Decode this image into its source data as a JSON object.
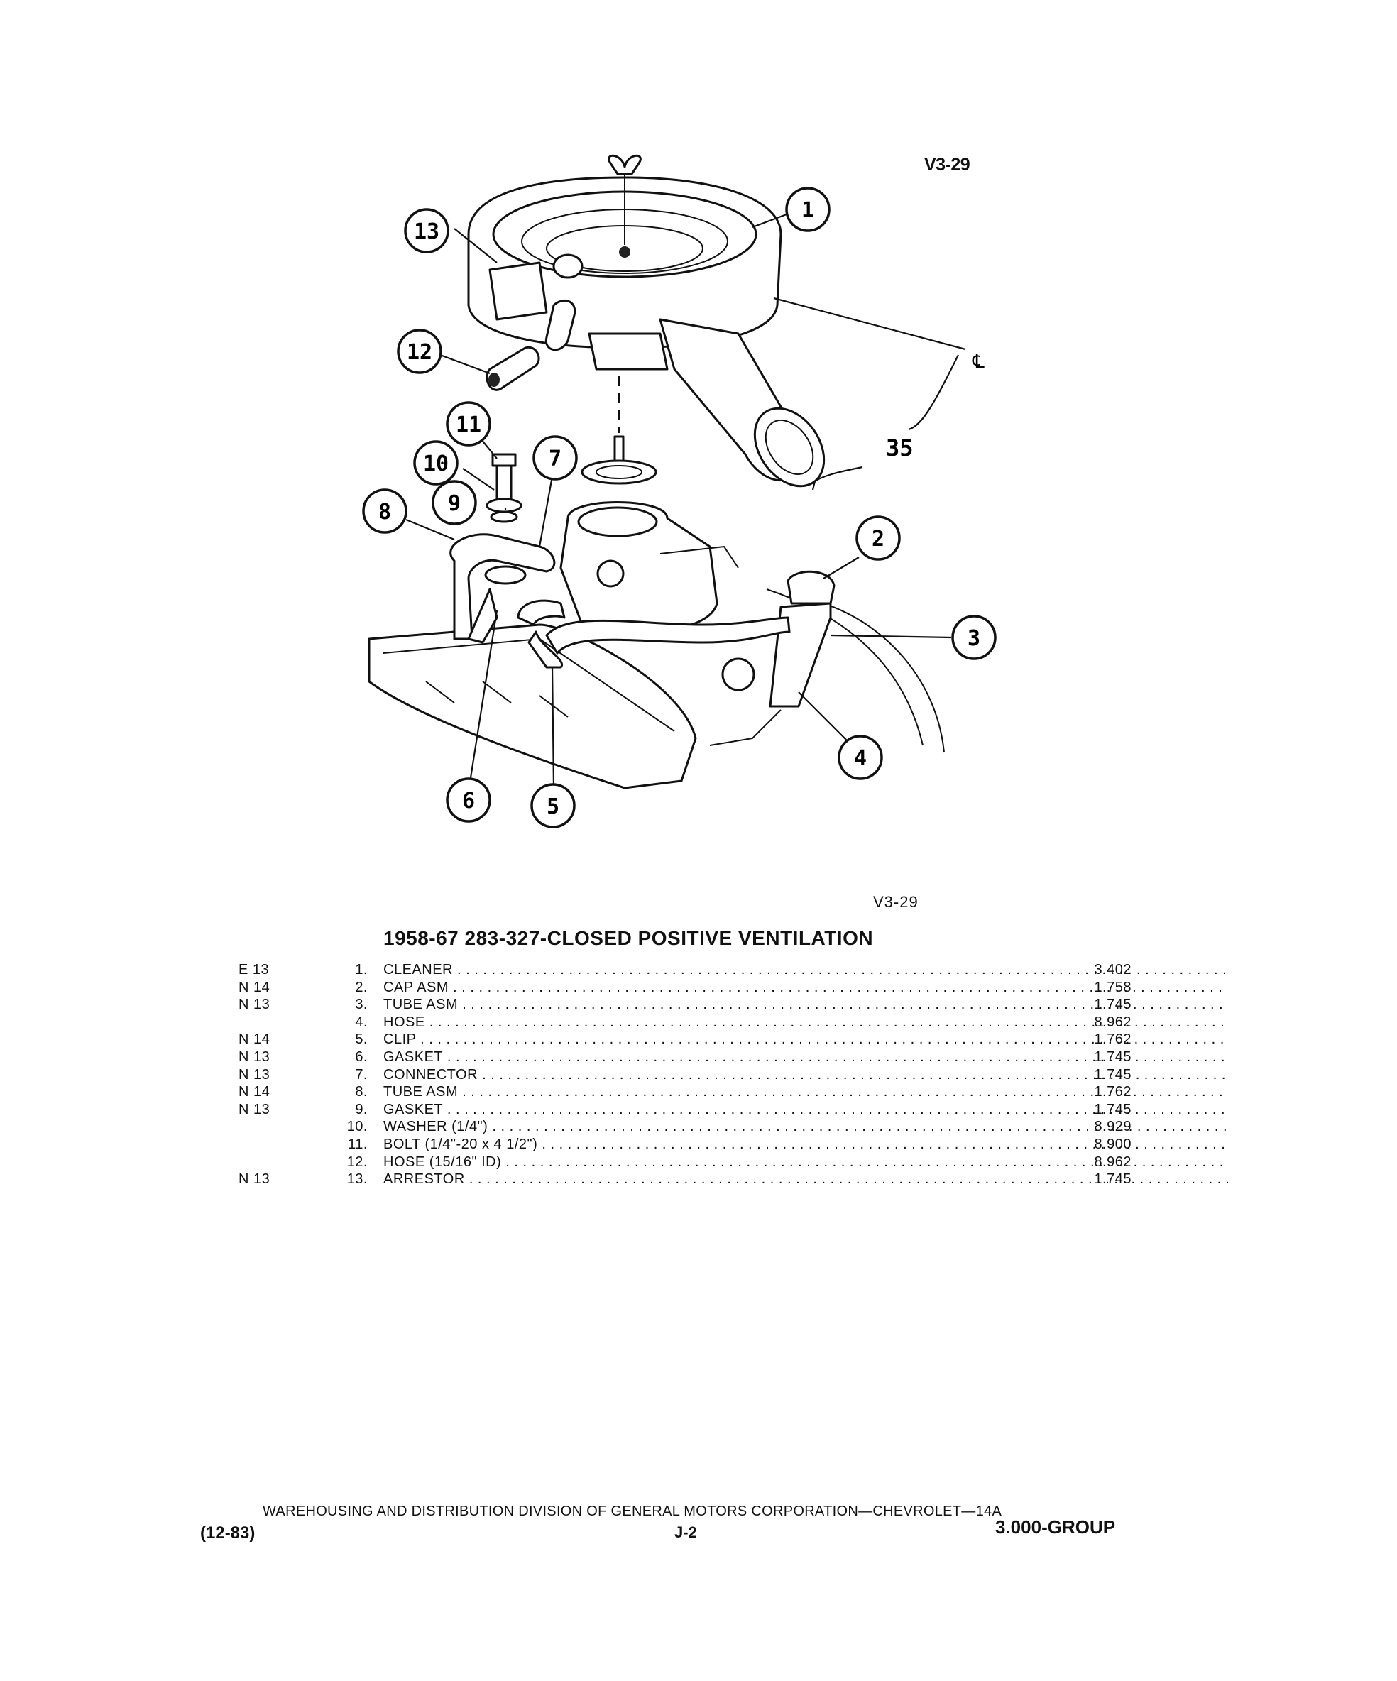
{
  "figure": {
    "code_top": "V3-29",
    "code_bottom": "V3-29",
    "angle_label": "35",
    "centerline_symbol": "℄",
    "callouts": [
      "1",
      "2",
      "3",
      "4",
      "5",
      "6",
      "7",
      "8",
      "9",
      "10",
      "11",
      "12",
      "13"
    ],
    "icon": "engine-pcv-exploded-diagram"
  },
  "section_title": "1958-67 283-327-CLOSED POSITIVE VENTILATION",
  "parts": [
    {
      "code": "E 13",
      "num": "1.",
      "desc": "CLEANER",
      "group": "3.402"
    },
    {
      "code": "N 14",
      "num": "2.",
      "desc": "CAP ASM",
      "group": "1.758"
    },
    {
      "code": "N 13",
      "num": "3.",
      "desc": "TUBE ASM",
      "group": "1.745"
    },
    {
      "code": "",
      "num": "4.",
      "desc": "HOSE",
      "group": "8.962"
    },
    {
      "code": "N 14",
      "num": "5.",
      "desc": "CLIP",
      "group": "1.762"
    },
    {
      "code": "N 13",
      "num": "6.",
      "desc": "GASKET",
      "group": "1.745"
    },
    {
      "code": "N 13",
      "num": "7.",
      "desc": "CONNECTOR",
      "group": "1.745"
    },
    {
      "code": "N 14",
      "num": "8.",
      "desc": "TUBE ASM",
      "group": "1.762"
    },
    {
      "code": "N 13",
      "num": "9.",
      "desc": "GASKET",
      "group": "1.745"
    },
    {
      "code": "",
      "num": "10.",
      "desc": "WASHER (1/4\")",
      "group": "8.929"
    },
    {
      "code": "",
      "num": "11.",
      "desc": "BOLT (1/4\"-20 x 4 1/2\")",
      "group": "8.900"
    },
    {
      "code": "",
      "num": "12.",
      "desc": "HOSE (15/16\" ID)",
      "group": "8.962"
    },
    {
      "code": "N 13",
      "num": "13.",
      "desc": "ARRESTOR",
      "group": "1.745"
    }
  ],
  "footer": {
    "line": "WAREHOUSING AND DISTRIBUTION DIVISION OF GENERAL MOTORS CORPORATION—CHEVROLET—14A",
    "date": "(12-83)",
    "page": "J-2",
    "group": "3.000-GROUP"
  }
}
